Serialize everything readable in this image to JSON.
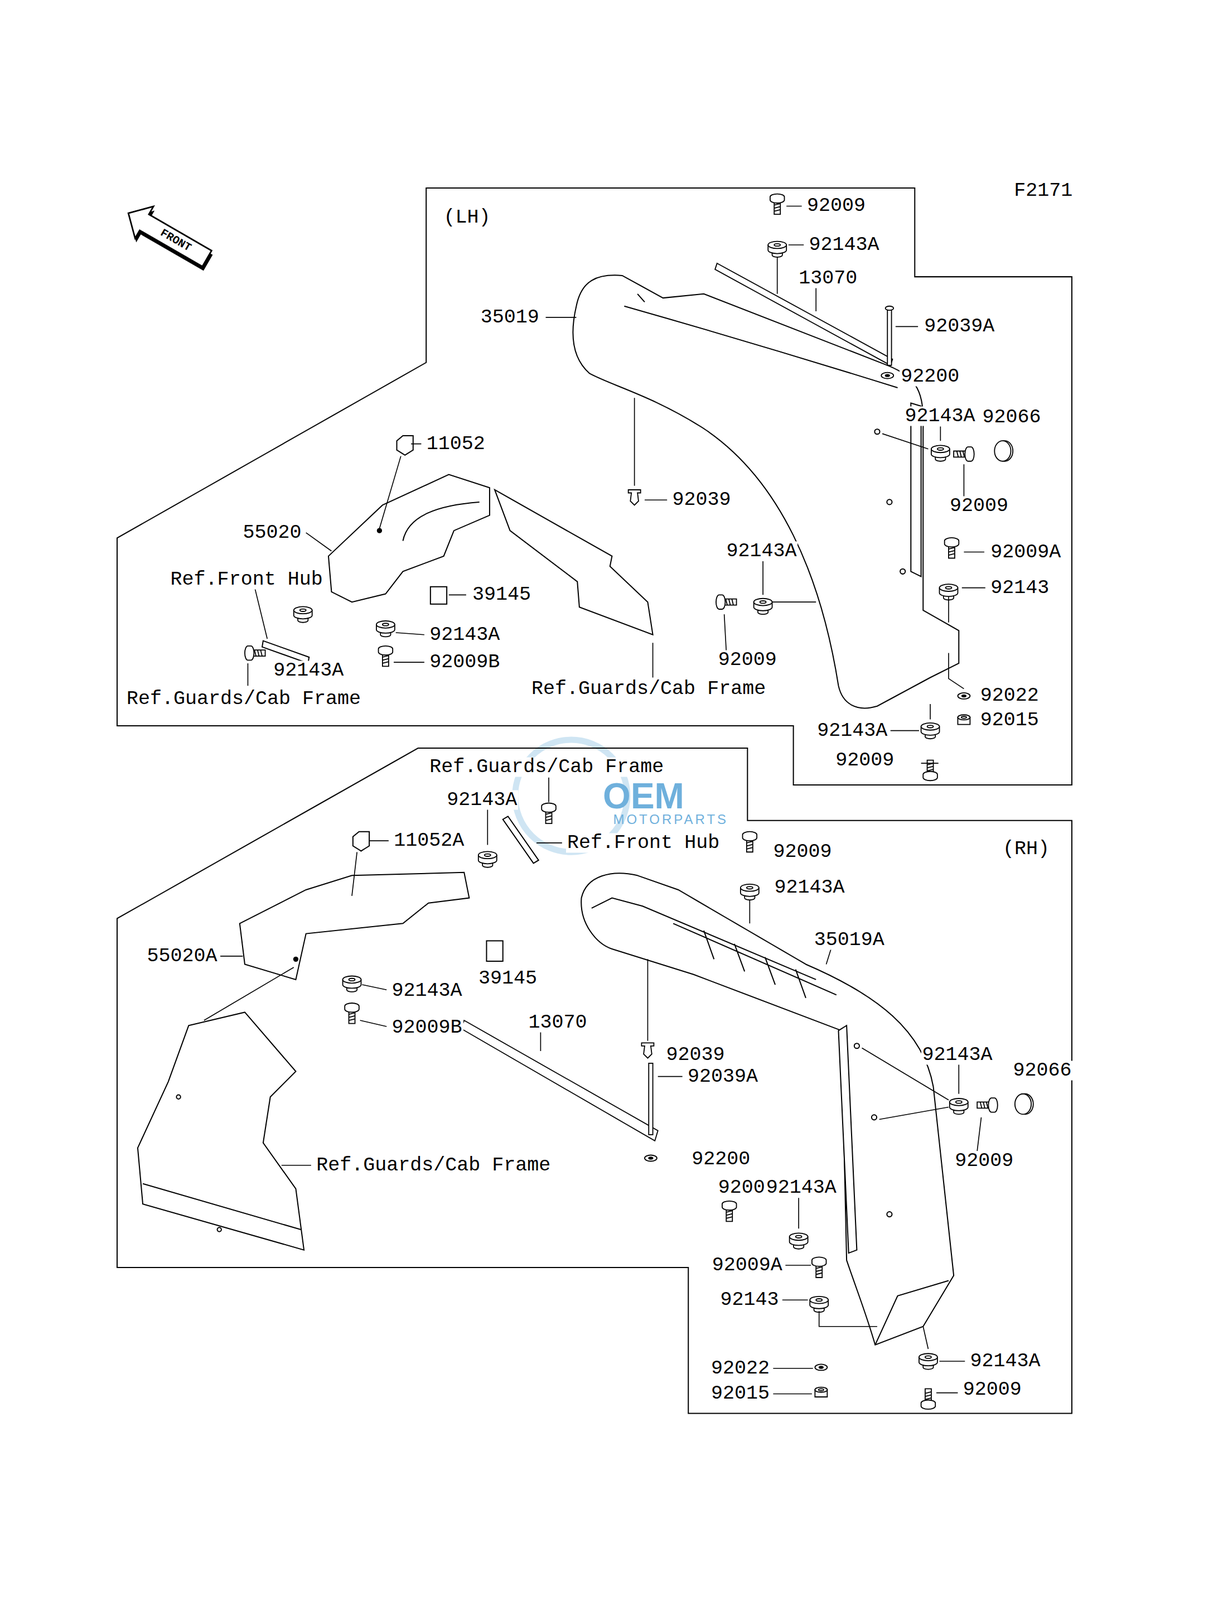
{
  "diagram": {
    "nodes": [
      {
        "text": [
          "FRONT"
        ]
      },
      {
        "text": [
          "(LH)"
        ]
      },
      {
        "text": [
          "(RH)"
        ]
      }
    ],
    "labels": [
      "F2171",
      "92009",
      "92143A",
      "13070",
      "35019",
      "92039A",
      "92200",
      "92143A",
      "92066",
      "11052",
      "92039",
      "92009",
      "55020",
      "92143A",
      "92009A",
      "Ref.Front Hub",
      "39145",
      "92143",
      "92143A",
      "92009B",
      "92143A",
      "92009",
      "Ref.Guards/Cab Frame",
      "Ref.Guards/Cab Frame",
      "92022",
      "92015",
      "92143A",
      "92009",
      "Ref.Guards/Cab Frame",
      "92143A",
      "11052A",
      "Ref.Front Hub",
      "92009",
      "92143A",
      "35019A",
      "55020A",
      "39145",
      "92143A",
      "13070",
      "92009B",
      "92039",
      "92143A",
      "92066",
      "92039A",
      "92009",
      "Ref.Guards/Cab Frame",
      "92200",
      "92009",
      "92143A",
      "92009A",
      "92143",
      "92143A",
      "92022",
      "92009",
      "92015",
      "OEM",
      "MOTORPARTS"
    ]
  }
}
